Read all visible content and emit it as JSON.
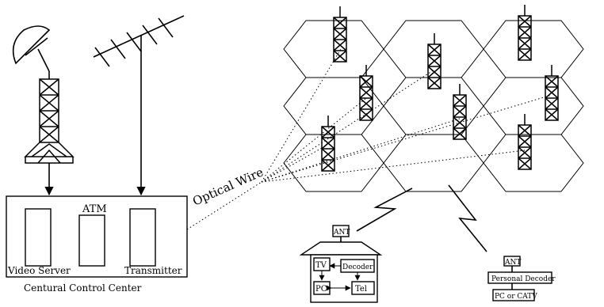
{
  "control_center": {
    "atm_label": "ATM",
    "video_server_label": "Video Server",
    "transmitter_label": "Transmitter",
    "caption": "Centural Control Center"
  },
  "link": {
    "optical_wire_label": "Optical Wire"
  },
  "home": {
    "ant_label": "ANT",
    "tv_label": "TV",
    "decoder_label": "Decoder",
    "pc_label": "PC",
    "tel_label": "Tel"
  },
  "mobile": {
    "ant_label": "ANT",
    "personal_decoder_label": "Personal Decoder",
    "pc_catv_label": "PC or CATV"
  }
}
